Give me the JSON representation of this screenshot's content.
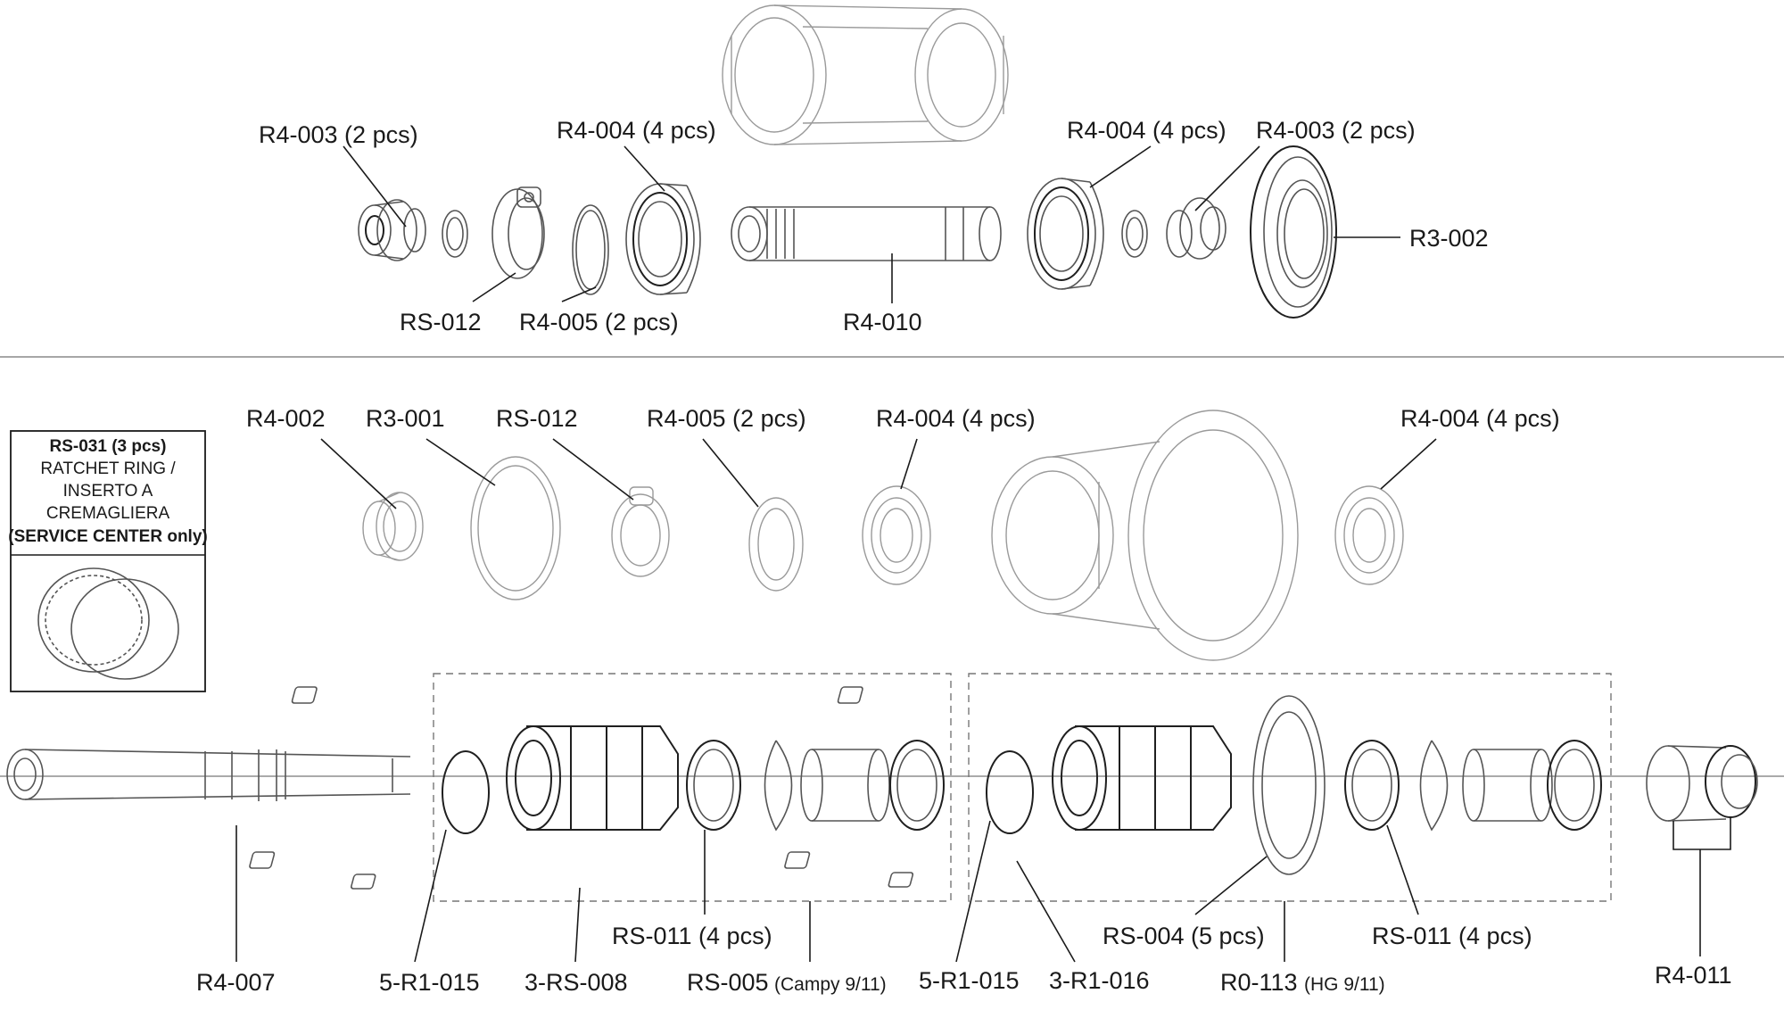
{
  "top_section": {
    "labels": {
      "r4_003_left": "R4-003 (2 pcs)",
      "r4_004_left": "R4-004 (4 pcs)",
      "r4_004_right": "R4-004 (4 pcs)",
      "r4_003_right": "R4-003 (2 pcs)",
      "r3_002": "R3-002",
      "rs_012": "RS-012",
      "r4_005": "R4-005 (2 pcs)",
      "r4_010": "R4-010"
    }
  },
  "middle_section": {
    "labels": {
      "r4_002": "R4-002",
      "r3_001": "R3-001",
      "rs_012": "RS-012",
      "r4_005": "R4-005 (2 pcs)",
      "r4_004_left": "R4-004 (4 pcs)",
      "r4_004_right": "R4-004 (4 pcs)"
    },
    "inset": {
      "title": "RS-031 (3 pcs)",
      "line1": "RATCHET RING /",
      "line2": "INSERTO A",
      "line3": "CREMAGLIERA",
      "note": "(SERVICE CENTER only)"
    }
  },
  "bottom_section": {
    "labels": {
      "r4_007": "R4-007",
      "five_r1_015_left": "5-R1-015",
      "three_rs_008": "3-RS-008",
      "rs_011_left": "RS-011 (4 pcs)",
      "rs_005": "RS-005",
      "rs_005_note": "(Campy 9/11)",
      "five_r1_015_right": "5-R1-015",
      "three_r1_016": "3-R1-016",
      "rs_004": "RS-004 (5 pcs)",
      "r0_113": "R0-113",
      "r0_113_note": "(HG 9/11)",
      "rs_011_right": "RS-011 (4 pcs)",
      "r4_011": "R4-011"
    }
  }
}
